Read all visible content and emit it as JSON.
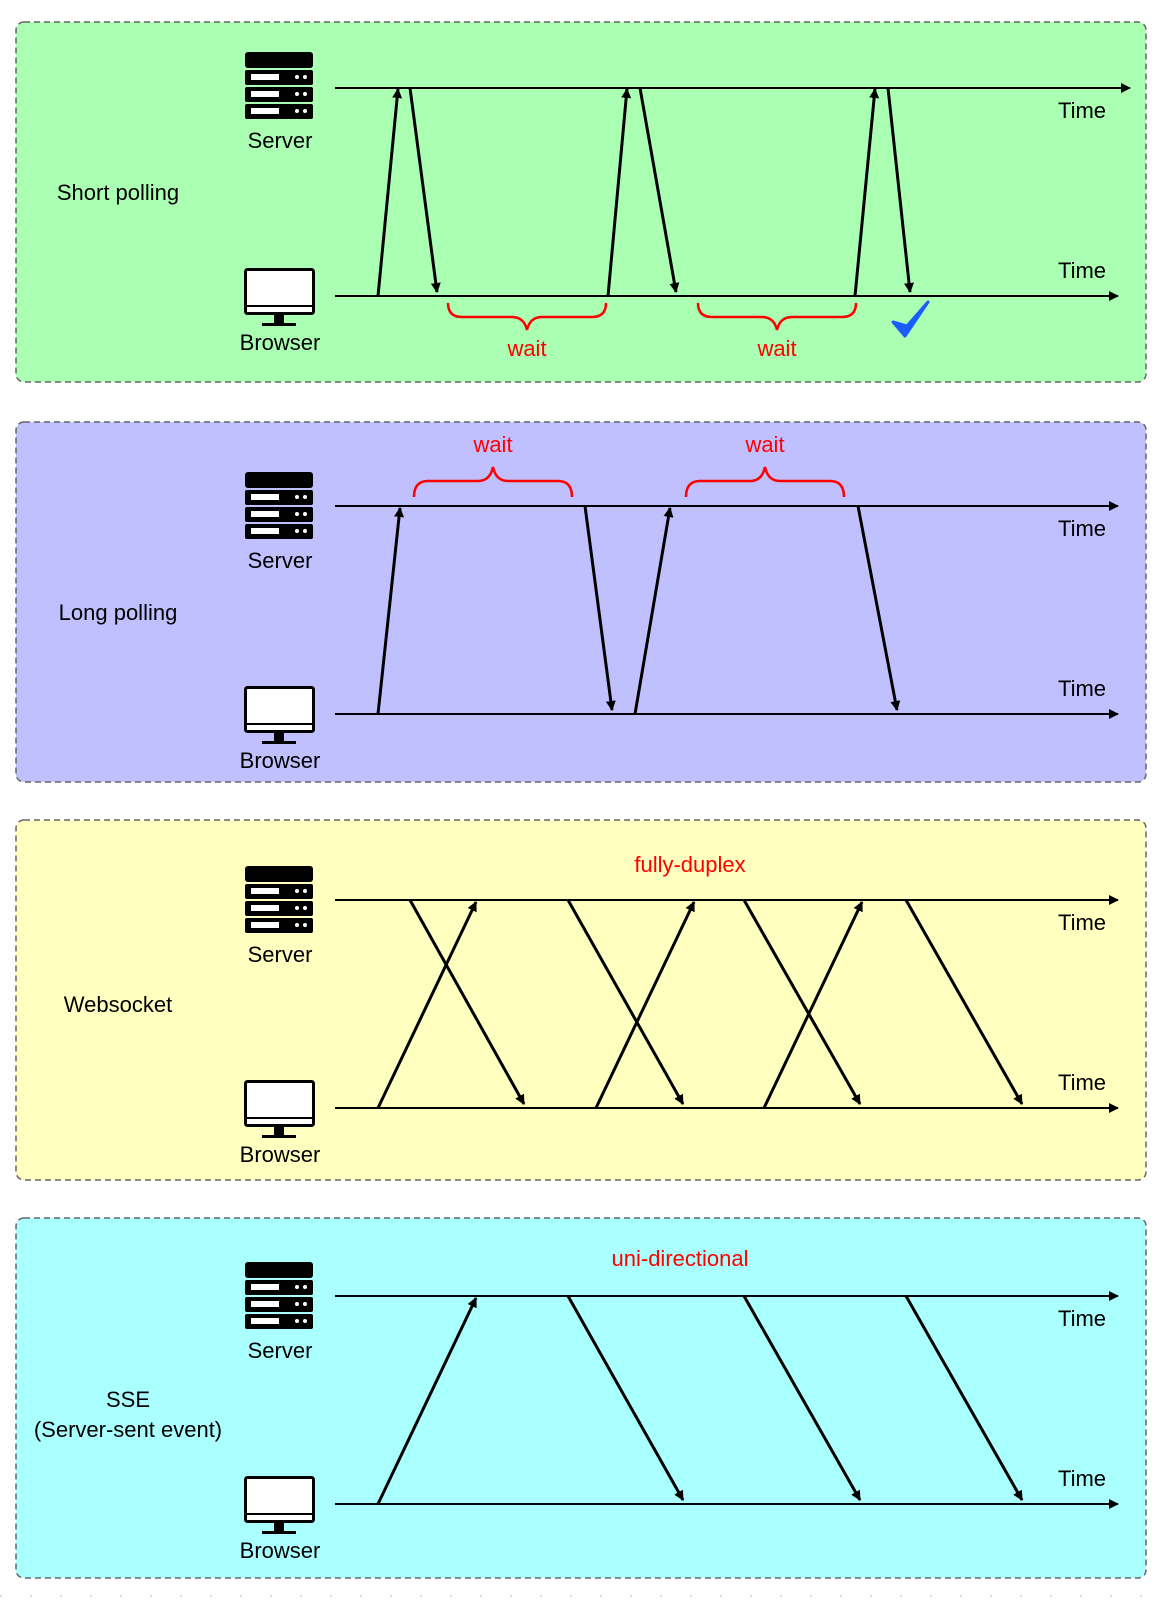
{
  "labels": {
    "server": "Server",
    "browser": "Browser",
    "time": "Time",
    "wait": "wait"
  },
  "colors": {
    "short_polling_bg": "#aaffb2",
    "long_polling_bg": "#c0c0ff",
    "websocket_bg": "#ffffc0",
    "sse_bg": "#aaffff",
    "annotation": "#ff0000",
    "check": "#1a5cff"
  },
  "icons": {
    "server": "server-rack-icon",
    "browser": "monitor-icon",
    "check": "check-mark-icon"
  },
  "panels": [
    {
      "id": "short-polling",
      "title": "Short polling",
      "note": "",
      "annotations": [
        "wait",
        "wait"
      ],
      "has_check": true
    },
    {
      "id": "long-polling",
      "title": "Long polling",
      "note": "",
      "annotations": [
        "wait",
        "wait"
      ],
      "has_check": false
    },
    {
      "id": "websocket",
      "title": "Websocket",
      "note": "fully-duplex",
      "annotations": [],
      "has_check": false
    },
    {
      "id": "sse",
      "title": "SSE",
      "subtitle": "(Server-sent event)",
      "note": "uni-directional",
      "annotations": [],
      "has_check": false
    }
  ]
}
